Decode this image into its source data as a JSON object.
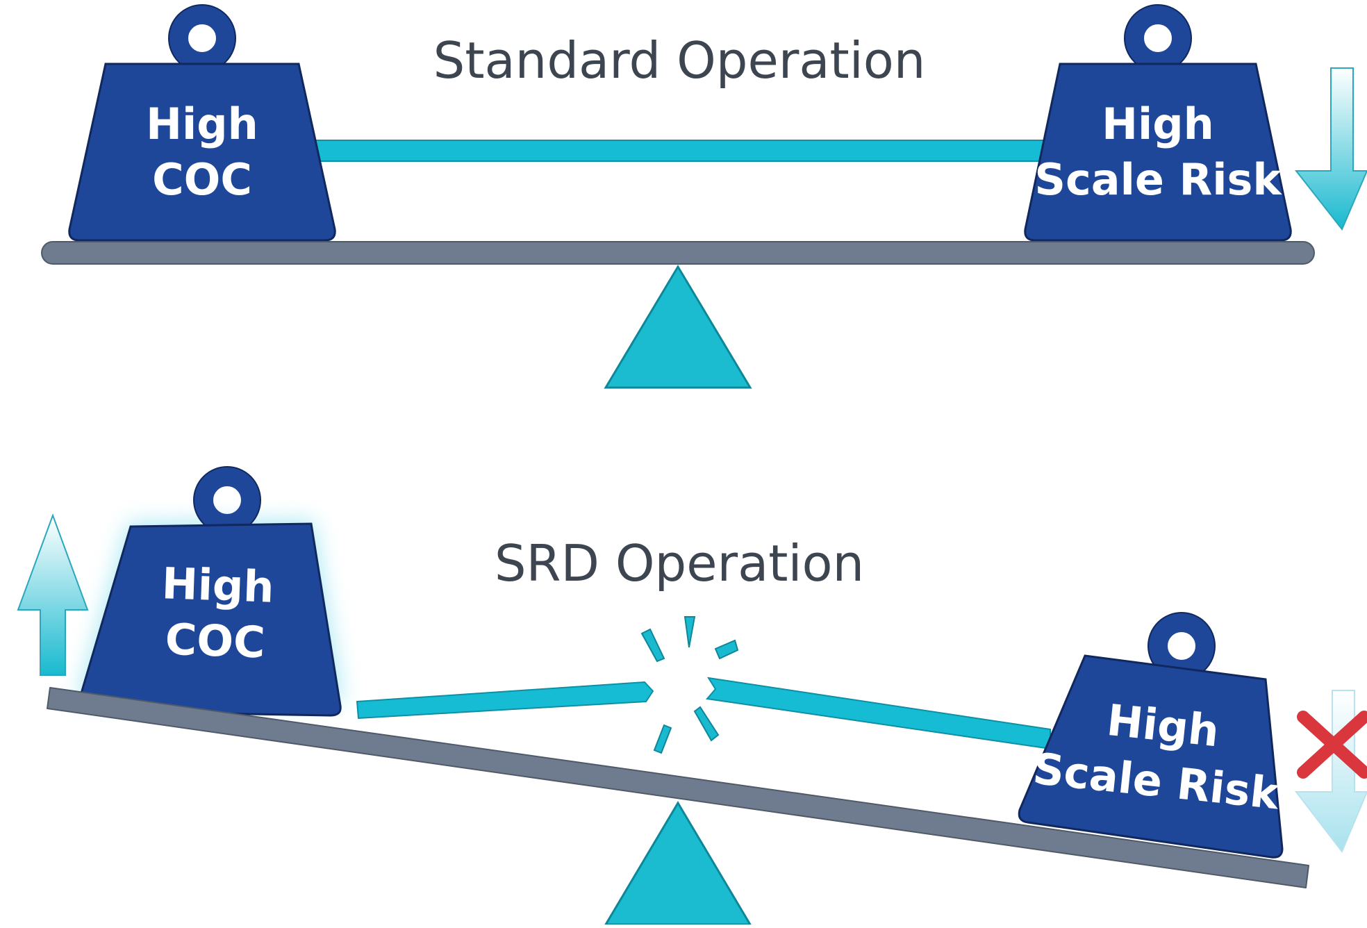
{
  "colors": {
    "weight": "#1e4799",
    "weight_outline": "#10285e",
    "bar": "#16bcd3",
    "fulcrum": "#1bbccf",
    "beam": "#6f7c8f",
    "cross": "#d9363e",
    "arrow_faded": "#bfe9f1"
  },
  "top": {
    "title": "Standard Operation",
    "left_weight": {
      "line1": "High",
      "line2": "COC"
    },
    "right_weight": {
      "line1": "High",
      "line2": "Scale Risk"
    },
    "arrow_icon": "arrow-down"
  },
  "bottom": {
    "title": "SRD Operation",
    "left_weight": {
      "line1": "High",
      "line2": "COC"
    },
    "right_weight": {
      "line1": "High",
      "line2": "Scale Risk"
    },
    "left_arrow_icon": "arrow-up",
    "right_arrow_icon": "arrow-down-crossed",
    "break_icon": "break-burst"
  }
}
